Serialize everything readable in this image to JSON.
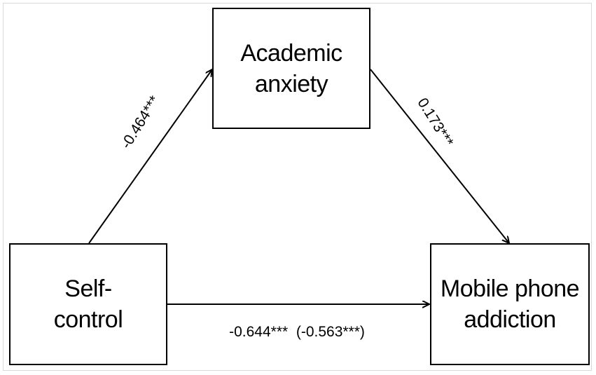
{
  "diagram": {
    "nodes": {
      "mediator": {
        "label": "Academic\nanxiety"
      },
      "predictor": {
        "label": "Self-\ncontrol"
      },
      "outcome": {
        "label": "Mobile phone\naddiction"
      }
    },
    "paths": {
      "a": {
        "from": "predictor",
        "to": "mediator",
        "coefficient": "-0.464***"
      },
      "b": {
        "from": "mediator",
        "to": "outcome",
        "coefficient": "0.173***"
      },
      "c": {
        "from": "predictor",
        "to": "outcome",
        "coefficient": "-0.644***  (-0.563***)"
      }
    }
  }
}
